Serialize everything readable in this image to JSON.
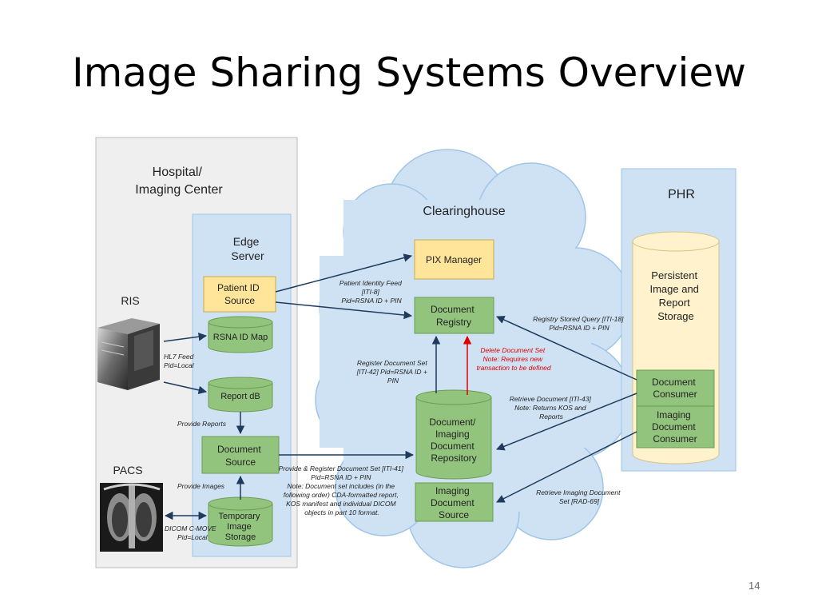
{
  "slide": {
    "title": "Image Sharing Systems Overview",
    "number": "14"
  },
  "hospital": {
    "label_lines": [
      "Hospital/",
      "Imaging Center"
    ]
  },
  "edge_server": {
    "label_lines": [
      "Edge",
      "Server"
    ]
  },
  "clearinghouse": {
    "label": "Clearinghouse"
  },
  "phr": {
    "label": "PHR"
  },
  "nodes": {
    "patient_id_source": [
      "Patient ID",
      "Source"
    ],
    "rsna_id_map": [
      "RSNA ID Map"
    ],
    "report_db": [
      "Report dB"
    ],
    "document_source": [
      "Document",
      "Source"
    ],
    "temp_image_storage": [
      "Temporary",
      "Image",
      "Storage"
    ],
    "pix_manager": [
      "PIX Manager"
    ],
    "document_registry": [
      "Document",
      "Registry"
    ],
    "doc_imaging_repository": [
      "Document/",
      "Imaging",
      "Document",
      "Repository"
    ],
    "imaging_document_source": [
      "Imaging",
      "Document",
      "Source"
    ],
    "persistent_storage": [
      "Persistent",
      "Image  and",
      "Report",
      "Storage"
    ],
    "document_consumer": [
      "Document",
      "Consumer"
    ],
    "imaging_document_consumer": [
      "Imaging",
      "Document",
      "Consumer"
    ],
    "ris": "RIS",
    "pacs": "PACS"
  },
  "edge_labels": {
    "hl7_feed": [
      "HL7 Feed",
      "Pid=Local"
    ],
    "provide_reports": [
      "Provide Reports"
    ],
    "provide_images": [
      "Provide Images"
    ],
    "dicom_cmove": [
      "DICOM C-MOVE",
      "Pid=Local"
    ],
    "patient_identity_feed": [
      "Patient Identity Feed",
      "[ITI-8]",
      "Pid=RSNA ID + PIN"
    ],
    "register_document_set": [
      "Register Document Set",
      "[ITI-42] Pid=RSNA ID +",
      "PIN"
    ],
    "delete_document_set": [
      "Delete Document Set",
      "Note: Requires new",
      "transaction to be defined"
    ],
    "registry_stored_query": [
      "Registry Stored Query [ITI-18]",
      "Pid=RSNA ID + PIN"
    ],
    "retrieve_document": [
      "Retrieve Document [ITI-43]",
      "Note: Returns KOS and",
      "Reports"
    ],
    "retrieve_imaging": [
      "Retrieve Imaging Document",
      "Set [RAD-69]"
    ],
    "provide_register": [
      "Provide & Register Document Set [ITI-41]",
      "Pid=RSNA ID + PIN",
      "Note: Document set includes (in the",
      "following order) CDA-formatted report,",
      "KOS manifest and individual DICOM",
      "objects in part 10 format."
    ]
  },
  "colors": {
    "hospital_bg": "#efefef",
    "panel_blue": "#cfe2f3",
    "cloud_blue": "#cfe2f3",
    "node_yellow": "#ffe599",
    "node_green": "#93c47d",
    "cylinder_yellow": "#fff2cc",
    "arrow_dark": "#1f3b5c",
    "arrow_red": "#e00000"
  }
}
